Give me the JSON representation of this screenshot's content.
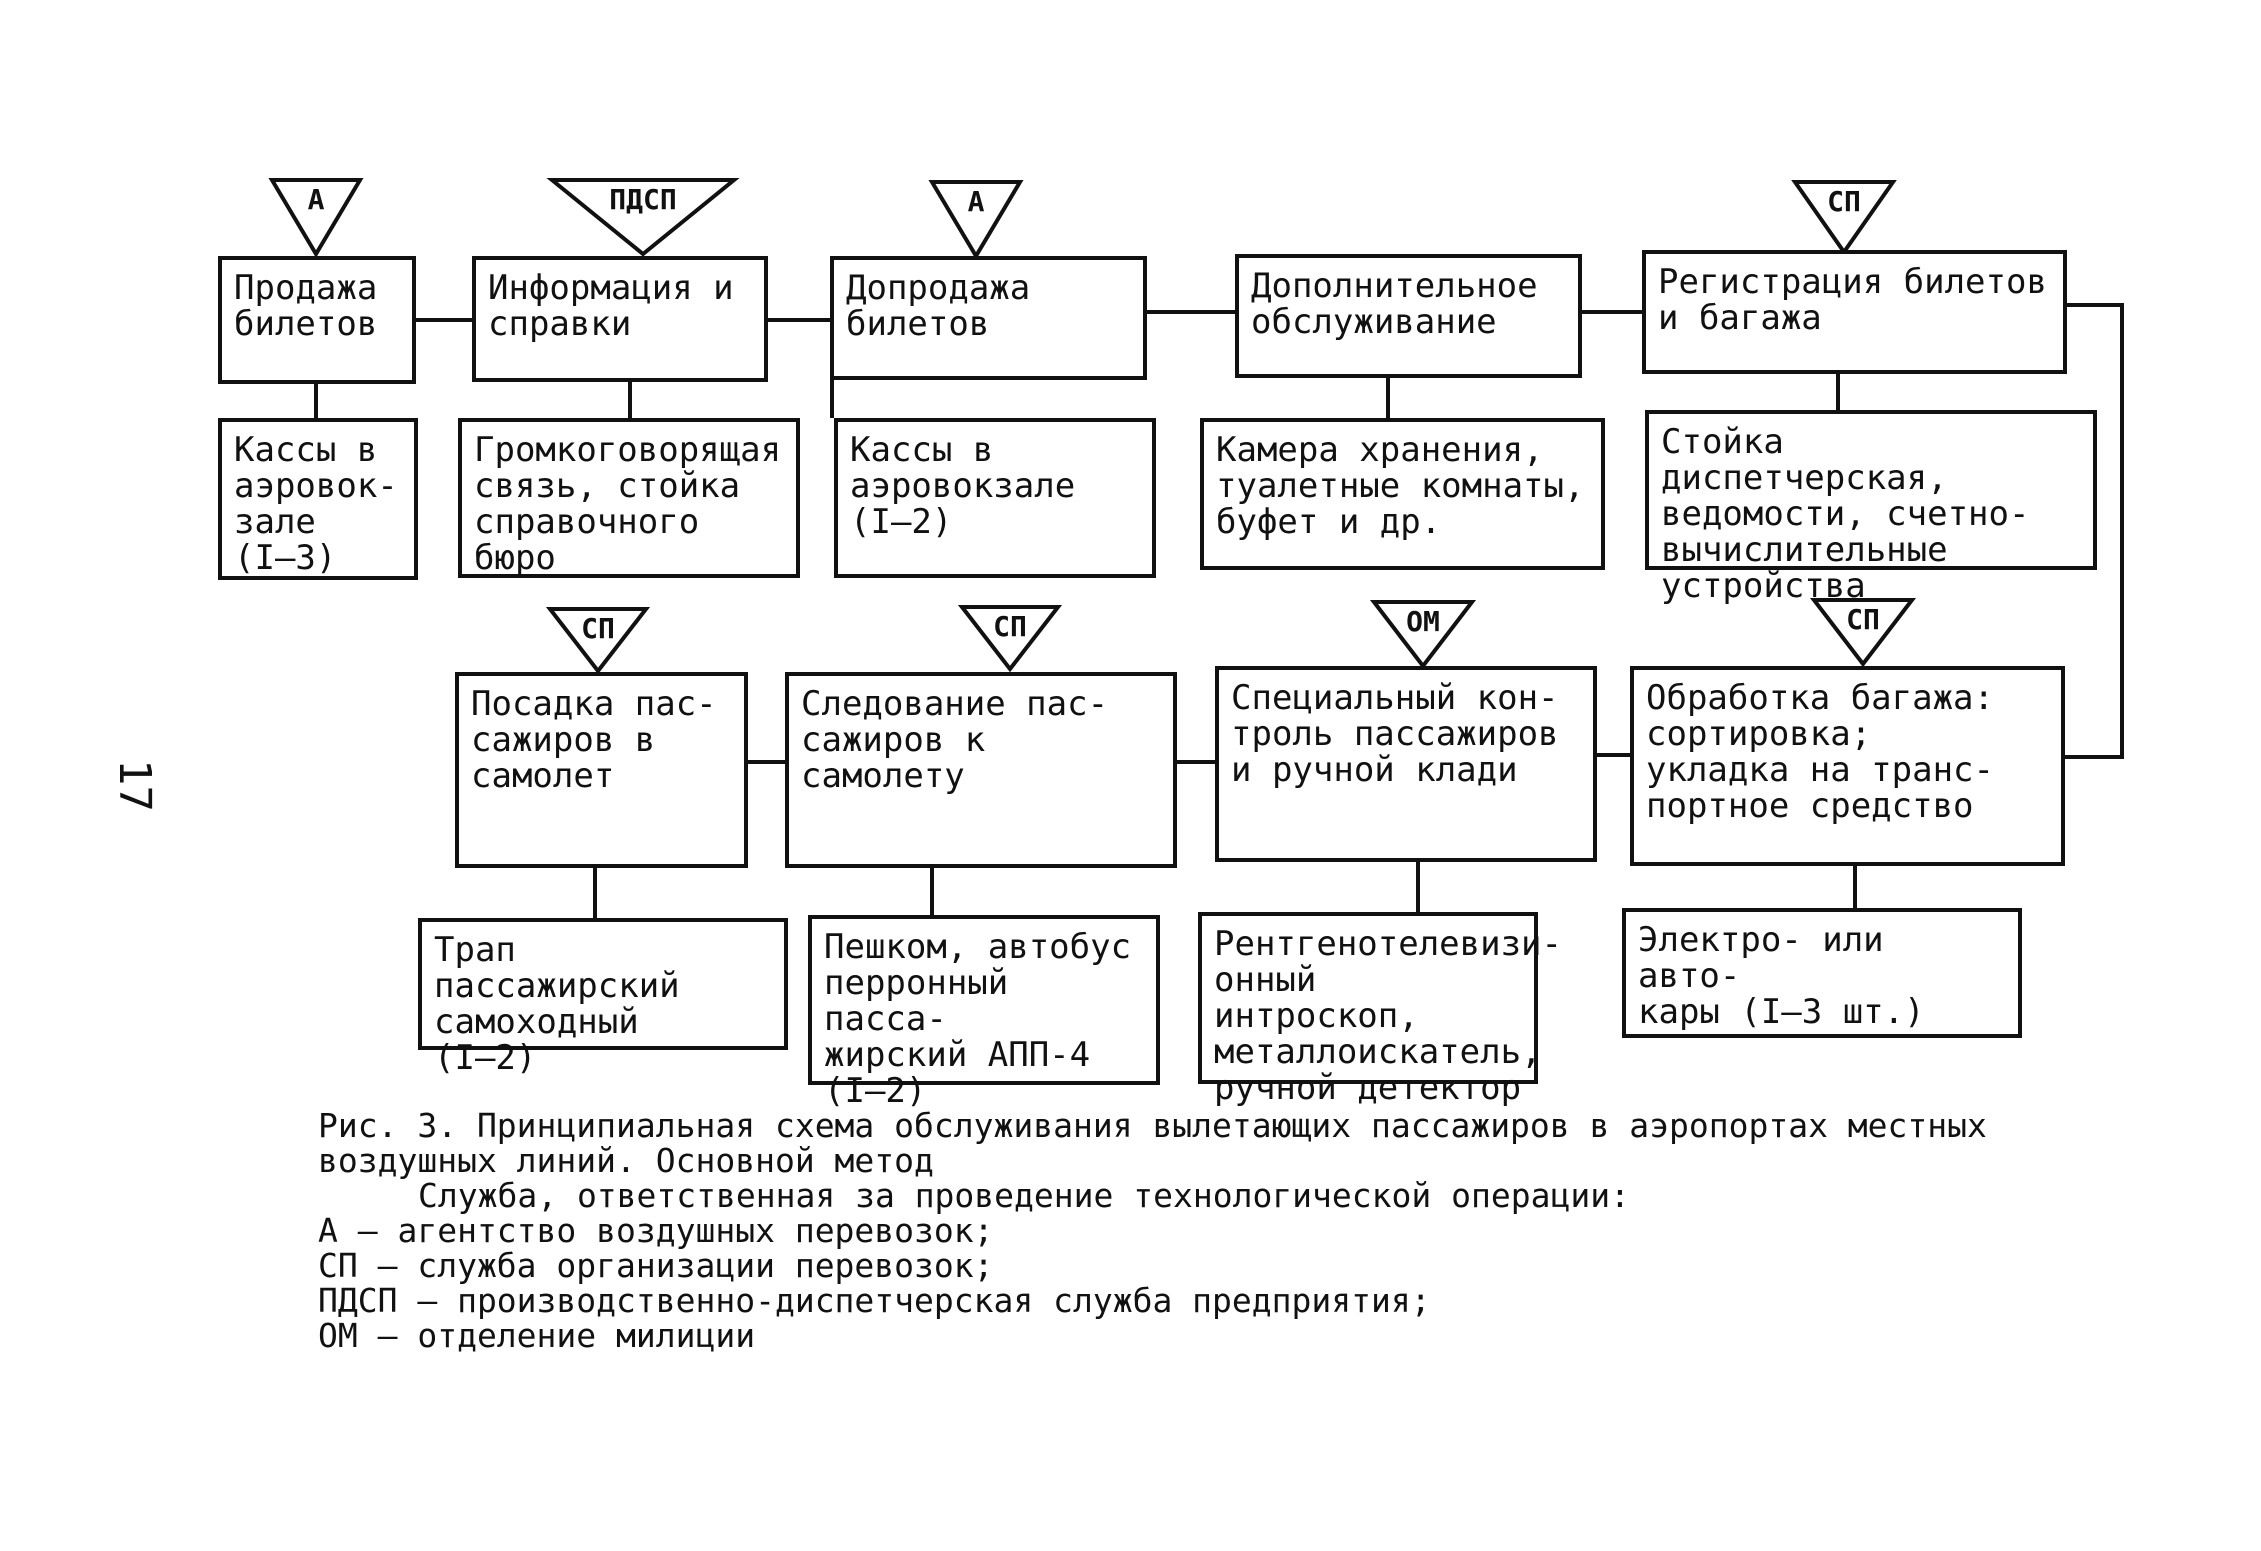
{
  "page_number": "17",
  "processes": [
    {
      "id": "p1",
      "badge": "А",
      "text": "Продажа\nбилетов",
      "equipment": "Кассы в\nаэровок-\nзале\n  (I–3)"
    },
    {
      "id": "p2",
      "badge": "ПДСП",
      "text": "Информация и\nсправки",
      "equipment": "Громкоговорящая\nсвязь, стойка\nсправочного\nбюро"
    },
    {
      "id": "p3",
      "badge": "А",
      "text": "Допродажа\nбилетов",
      "equipment": "Кассы в\nаэровокзале\n     (I–2)"
    },
    {
      "id": "p4",
      "badge": "",
      "text": "Дополнительное\nобслуживание",
      "equipment": "Камера хранения,\nтуалетные комнаты,\nбуфет и др."
    },
    {
      "id": "p5",
      "badge": "СП",
      "text": "Регистрация билетов\nи багажа",
      "equipment": "Стойка диспетчерская,\nведомости, счетно-\nвычислительные\nустройства"
    },
    {
      "id": "p6",
      "badge": "СП",
      "text": "Обработка багажа:\n  сортировка;\n  укладка на транс-\n  портное средство",
      "equipment": "Электро- или авто-\nкары (I–3 шт.)"
    },
    {
      "id": "p7",
      "badge": "ОМ",
      "text": "Специальный кон-\nтроль пассажиров\nи ручной клади",
      "equipment": "Рентгенотелевизи-\nонный интроскоп,\nметаллоискатель,\nручной детектор"
    },
    {
      "id": "p8",
      "badge": "СП",
      "text": "Следование пас-\nсажиров к\nсамолету",
      "equipment": "Пешком, автобус\nперронный пасса-\nжирский АПП-4\n      (I–2)"
    },
    {
      "id": "p9",
      "badge": "СП",
      "text": "Посадка пас-\nсажиров в\nсамолет",
      "equipment": "Трап пассажирский\nсамоходный\n      (I–2)"
    }
  ],
  "caption": {
    "title_line1": "Рис. 3. Принципиальная схема обслуживания вылетающих пассажиров в аэропортах местных",
    "title_line2": "воздушных линий. Основной метод",
    "legend_intro": "Служба, ответственная за проведение технологической операции:",
    "legend": [
      "А – агентство воздушных перевозок;",
      "СП – служба организации перевозок;",
      "ПДСП – производственно-диспетчерская служба предприятия;",
      "ОМ – отделение милиции"
    ]
  }
}
